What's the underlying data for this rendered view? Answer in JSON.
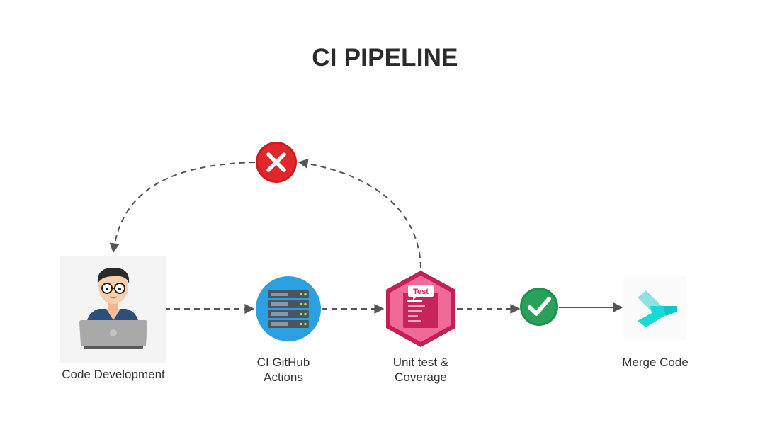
{
  "title": "CI PIPELINE",
  "nodes": {
    "code_development": {
      "label": "Code Development",
      "icon": "developer-laptop-icon"
    },
    "ci_github_actions": {
      "label_line1": "CI GitHub",
      "label_line2": "Actions",
      "icon": "server-icon"
    },
    "unit_test": {
      "label_line1": "Unit test &",
      "label_line2": "Coverage",
      "icon": "test-report-icon",
      "badge": "Test"
    },
    "pass": {
      "icon": "check-icon"
    },
    "fail": {
      "icon": "close-icon"
    },
    "merge_code": {
      "label": "Merge Code",
      "icon": "merge-icon"
    }
  },
  "colors": {
    "fail_red": "#e3262a",
    "pass_green": "#2aa15a",
    "server_blue": "#2ba0e0",
    "test_pink": "#e5336b",
    "merge_cyan": "#16d9d9",
    "arrow": "#555555"
  }
}
